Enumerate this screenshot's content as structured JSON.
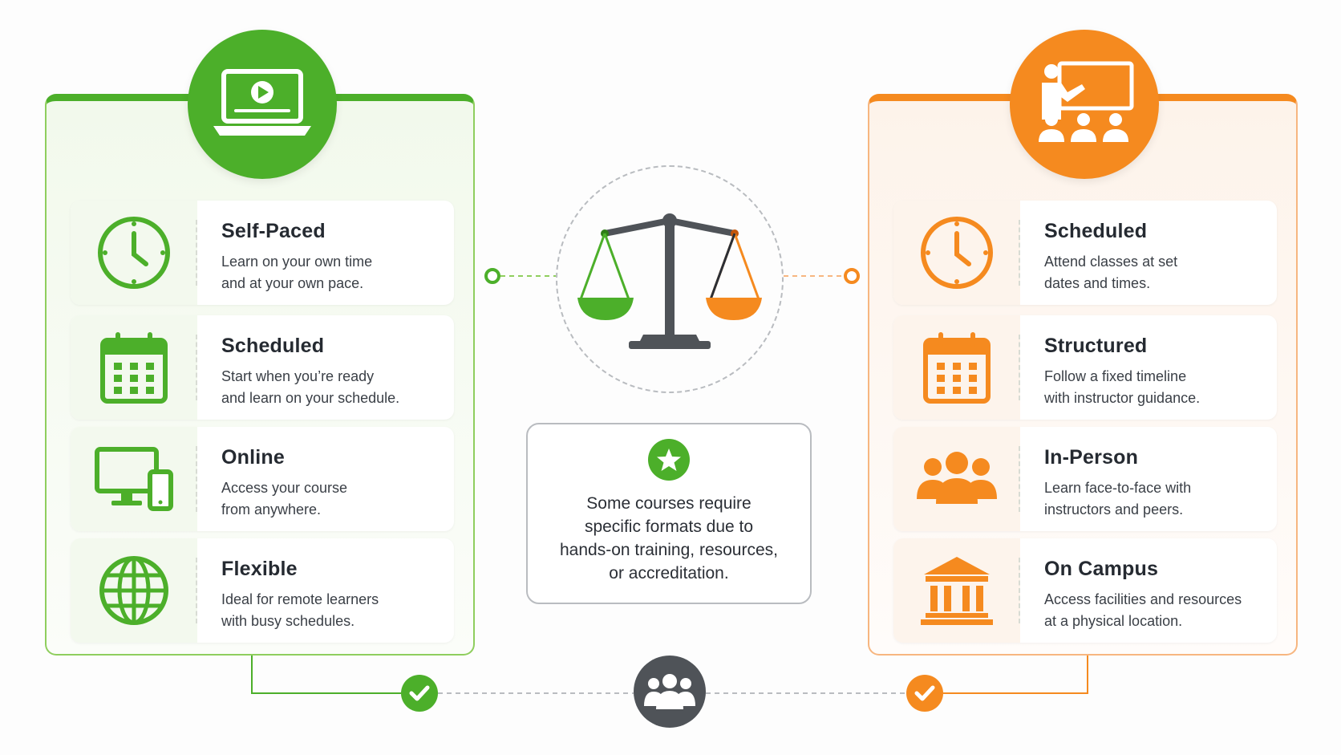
{
  "colors": {
    "green": "#4caf2a",
    "orange": "#f58a1f",
    "gray": "#4f5358"
  },
  "left_panel": {
    "badge_icon": "laptop-play-icon",
    "cards": [
      {
        "icon": "clock-icon",
        "title": "Self-Paced",
        "desc": [
          "Learn on your own time",
          "and at your own pace."
        ]
      },
      {
        "icon": "calendar-icon",
        "title": "Scheduled",
        "desc": [
          "Start when you’re ready",
          "and learn on your schedule."
        ]
      },
      {
        "icon": "devices-icon",
        "title": "Online",
        "desc": [
          "Access your course",
          "from anywhere."
        ]
      },
      {
        "icon": "globe-icon",
        "title": "Flexible",
        "desc": [
          "Ideal for remote learners",
          "with busy schedules."
        ]
      }
    ]
  },
  "right_panel": {
    "badge_icon": "classroom-teacher-icon",
    "cards": [
      {
        "icon": "clock-icon",
        "title": "Scheduled",
        "desc": [
          "Attend classes at set",
          "dates and times."
        ]
      },
      {
        "icon": "calendar-icon",
        "title": "Structured",
        "desc": [
          "Follow a fixed timeline",
          "with instructor guidance."
        ]
      },
      {
        "icon": "people-group-icon",
        "title": "In-Person",
        "desc": [
          "Learn face-to-face with",
          "instructors and peers."
        ]
      },
      {
        "icon": "campus-building-icon",
        "title": "On Campus",
        "desc": [
          "Access facilities and resources",
          "at a physical location."
        ]
      }
    ]
  },
  "center": {
    "icon": "balance-scale-icon",
    "note_icon": "star-icon",
    "note_lines": [
      "Some courses require",
      "specific formats due to",
      "hands-on training, resources,",
      "or accreditation."
    ]
  },
  "bottom": {
    "left_icon": "check-icon",
    "center_icon": "group-icon",
    "right_icon": "check-icon"
  }
}
